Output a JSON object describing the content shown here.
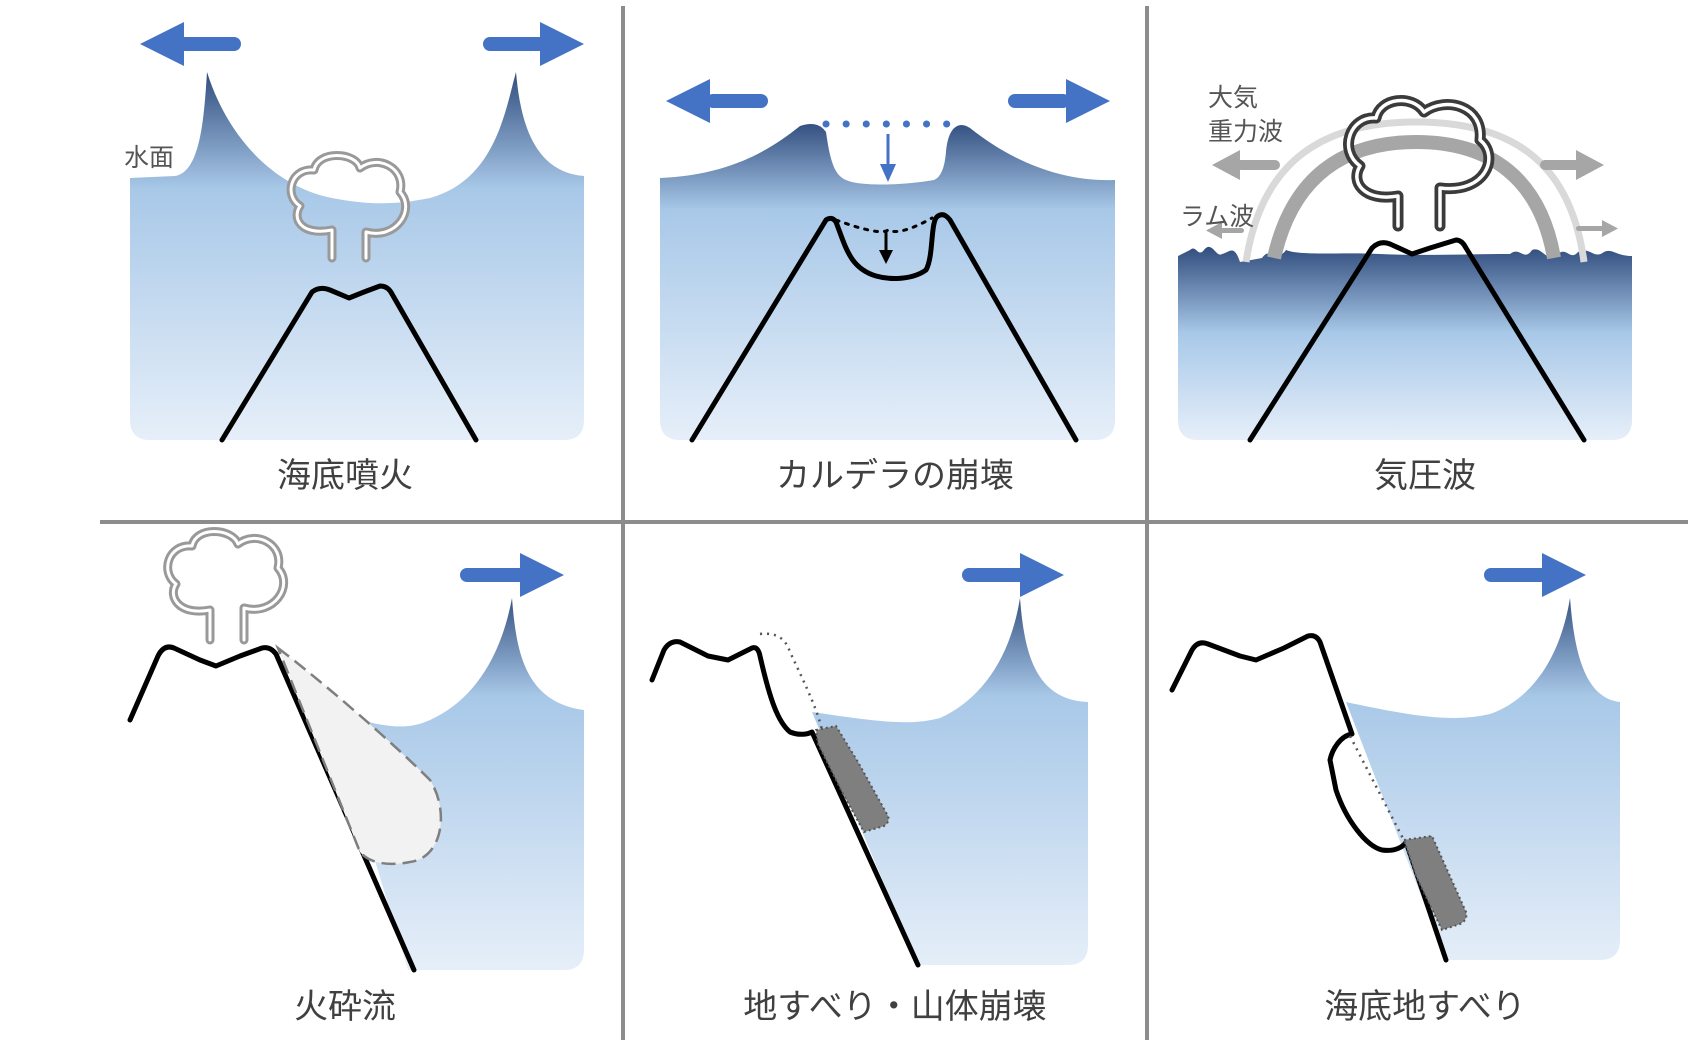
{
  "panels": {
    "p1": {
      "caption": "海底噴火",
      "label_water_surface": "水面"
    },
    "p2": {
      "caption": "カルデラの崩壊"
    },
    "p3": {
      "caption": "気圧波",
      "label_gravity_wave_1": "大気",
      "label_gravity_wave_2": "重力波",
      "label_lamb_wave": "ラム波"
    },
    "p4": {
      "caption": "火砕流"
    },
    "p5": {
      "caption": "地すべり・山体崩壊"
    },
    "p6": {
      "caption": "海底地すべり"
    }
  },
  "colors": {
    "wave_arrow": "#4472c4",
    "air_arrow": "#a6a6a6",
    "grid_line": "#8c8c8c",
    "water_deep": "#2f4b7c",
    "water_mid": "#a8c8e8",
    "water_light": "#e6eff9",
    "landslide_block": "#7f7f7f"
  }
}
